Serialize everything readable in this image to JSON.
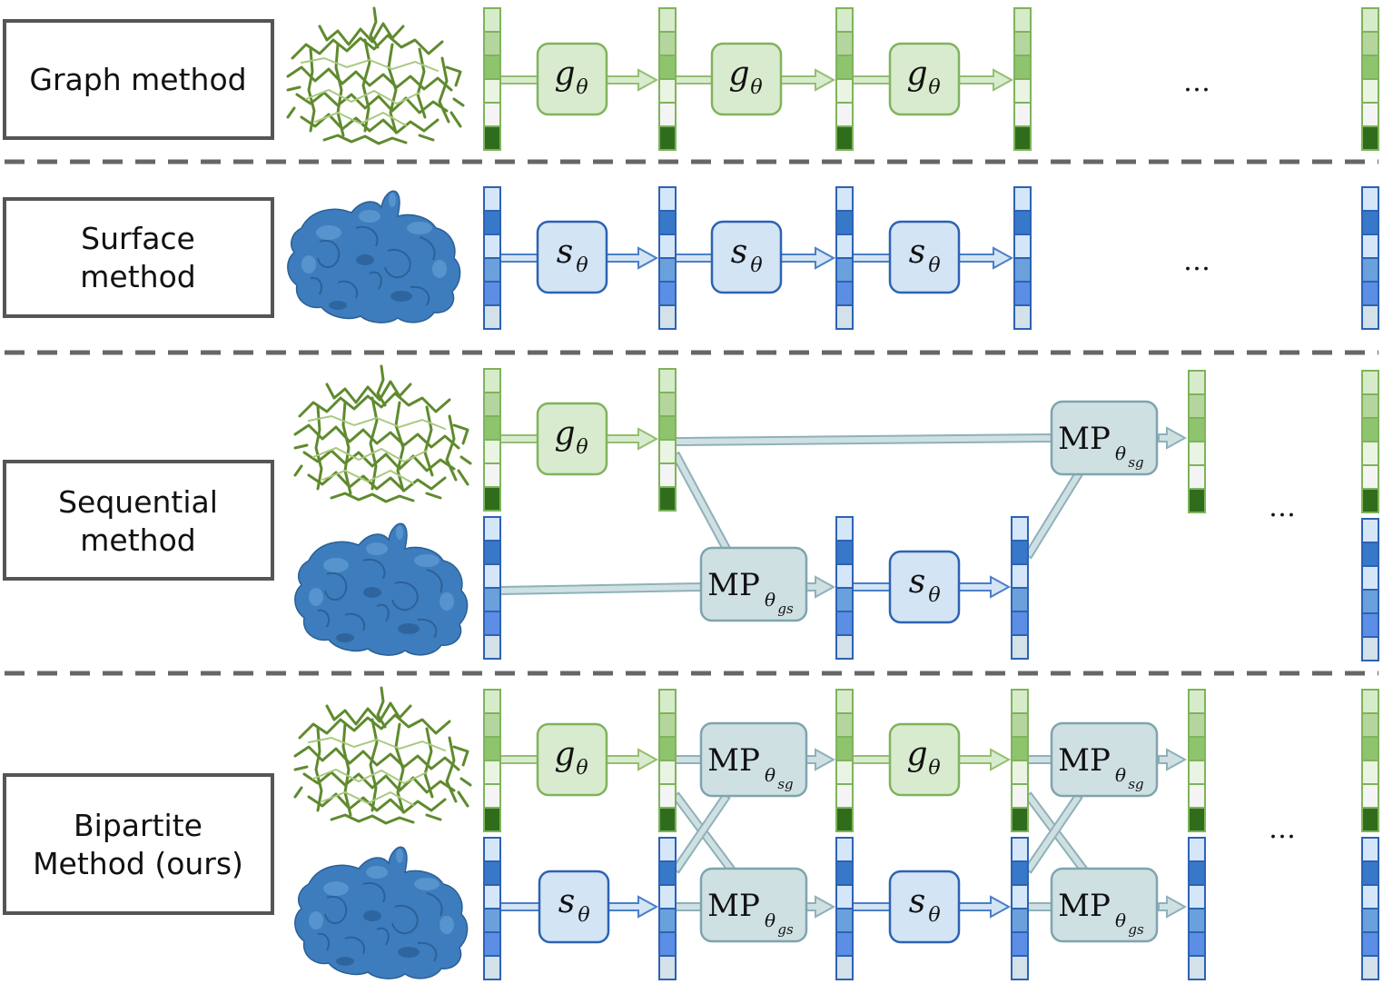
{
  "rows": {
    "graph": {
      "label_lines": [
        "Graph method"
      ]
    },
    "surface": {
      "label_lines": [
        "Surface",
        "method"
      ]
    },
    "sequential": {
      "label_lines": [
        "Sequential",
        "method"
      ]
    },
    "bipartite": {
      "label_lines": [
        "Bipartite",
        "Method (ours)"
      ]
    }
  },
  "ops": {
    "graph": {
      "symbol": "g",
      "subscript": "θ"
    },
    "surface": {
      "symbol": "s",
      "subscript": "θ"
    },
    "mp_sg": {
      "symbol": "MP",
      "subscript": "θ",
      "subsub": "sg"
    },
    "mp_gs": {
      "symbol": "MP",
      "subscript": "θ",
      "subsub": "gs"
    }
  },
  "ellipsis": "…",
  "colors": {
    "graph_box_fill": "#d9ebce",
    "graph_box_stroke": "#7fb35c",
    "surface_box_fill": "#d3e4f5",
    "surface_box_stroke": "#2d62b3",
    "mp_box_fill": "#cfe0e3",
    "mp_box_stroke": "#7fa4ad",
    "separator": "#666666",
    "label_border": "#555555",
    "graph_cells": [
      "#d6ebc9",
      "#b4d69e",
      "#8ec46d",
      "#eaf4e2",
      "#f4f4f4",
      "#2f6d1d"
    ],
    "surface_cells": [
      "#d4e6f8",
      "#3878c8",
      "#d4e6f8",
      "#6aa1dc",
      "#5c8ee6",
      "#d3e1e8"
    ]
  }
}
